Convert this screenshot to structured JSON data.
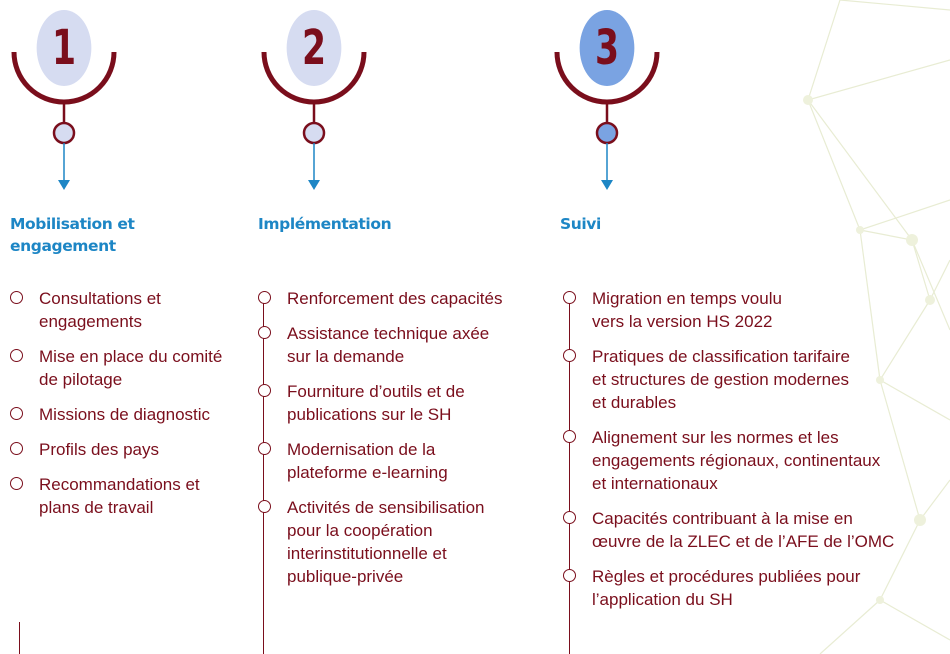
{
  "colors": {
    "maroon": "#7a0e1c",
    "blue_title": "#1d86c5",
    "circle_light": "#d6dcf1",
    "circle_active": "#7aa3e2",
    "network_lines": "#e8ecd3"
  },
  "phases": [
    {
      "number": "1",
      "title_line1": "Mobilisation et",
      "title_line2": "engagement",
      "items": [
        [
          "Consultations et",
          "engagements"
        ],
        [
          "Mise en place du comité",
          "de pilotage"
        ],
        [
          "Missions de diagnostic"
        ],
        [
          "Profils des pays"
        ],
        [
          "Recommandations et",
          "plans de travail"
        ]
      ]
    },
    {
      "number": "2",
      "title_line1": "Implémentation",
      "title_line2": "",
      "items": [
        [
          "Renforcement des capacités"
        ],
        [
          "Assistance technique axée",
          "sur la demande"
        ],
        [
          "Fourniture d’outils et de",
          "publications sur le SH"
        ],
        [
          "Modernisation de la",
          "plateforme e-learning"
        ],
        [
          "Activités de sensibilisation",
          "pour la coopération",
          "interinstitutionnelle et",
          "publique-privée"
        ]
      ]
    },
    {
      "number": "3",
      "title_line1": "Suivi",
      "title_line2": "",
      "items": [
        [
          "Migration en temps voulu",
          "vers la version HS 2022"
        ],
        [
          "Pratiques de classification tarifaire",
          "et structures de gestion modernes",
          "et durables"
        ],
        [
          "Alignement sur les normes et les",
          "engagements régionaux, continentaux",
          "et internationaux"
        ],
        [
          "Capacités contribuant à la mise en",
          "œuvre de la ZLEC et de l’AFE de l’OMC"
        ],
        [
          "Règles et procédures publiées pour",
          "l’application du SH"
        ]
      ]
    }
  ]
}
